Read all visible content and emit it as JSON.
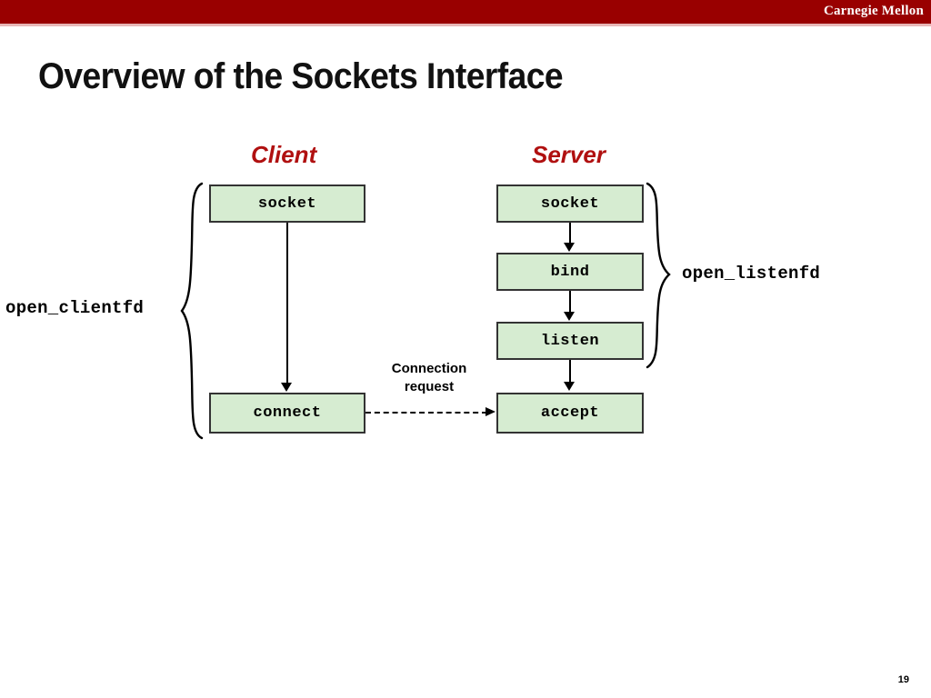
{
  "header": {
    "brand": "Carnegie Mellon",
    "bar_color": "#990000",
    "underline_color": "#e8b7b7"
  },
  "title": "Overview of the Sockets Interface",
  "columns": [
    {
      "id": "client",
      "heading": "Client",
      "heading_color": "#b01010"
    },
    {
      "id": "server",
      "heading": "Server",
      "heading_color": "#b01010"
    }
  ],
  "diagram": {
    "box_fill": "#d6ecd1",
    "box_border": "#333333",
    "client_nodes": [
      {
        "label": "socket"
      },
      {
        "label": "connect"
      }
    ],
    "server_nodes": [
      {
        "label": "socket"
      },
      {
        "label": "bind"
      },
      {
        "label": "listen"
      },
      {
        "label": "accept"
      }
    ],
    "connection_label_line1": "Connection",
    "connection_label_line2": "request",
    "brace_left_label": "open_clientfd",
    "brace_right_label": "open_listenfd"
  },
  "page_number": "19"
}
